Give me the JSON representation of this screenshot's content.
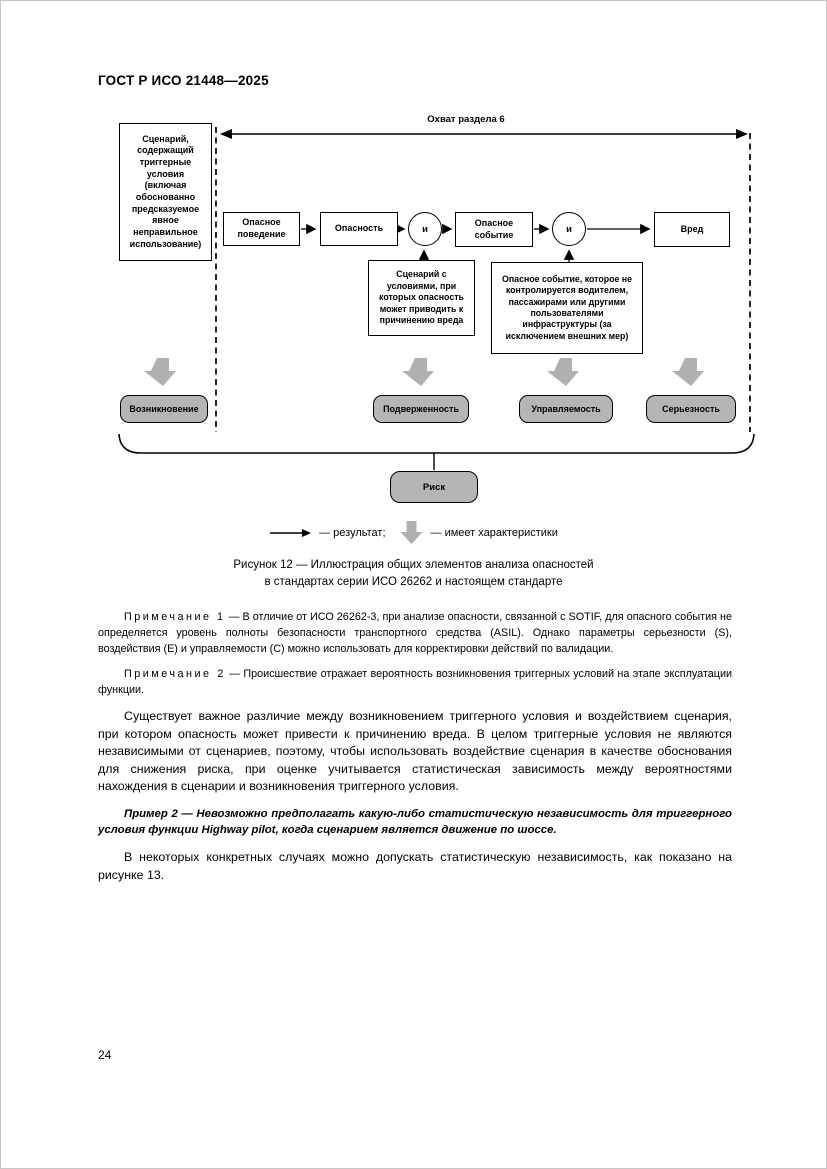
{
  "doc": {
    "header": "ГОСТ Р ИСО 21448—2025",
    "page_number": "24"
  },
  "figure": {
    "scope_label": "Охват раздела 6",
    "scenario_box": "Сценарий,\nсодержащий\nтриггерные\nусловия\n(включая\nобоснованно\nпредсказуемое\nявное\nнеправильное\nиспользование)",
    "flow": {
      "hazardous_behavior": "Опасное\nповедение",
      "hazard": "Опасность",
      "and_gate_1": "и",
      "hazardous_event": "Опасное\nсобытие",
      "and_gate_2": "и",
      "harm": "Вред"
    },
    "scenario_conditions": "Сценарий с\nусловиями, при\nкоторых опасность\nможет приводить к\nпричинению вреда",
    "uncontrolled_event": "Опасное событие, которое не\nконтролируется водителем,\nпассажирами или другими\nпользователями\nинфраструктуры (за\nисключением внешних мер)",
    "characteristics": [
      "Возникновение",
      "Подверженность",
      "Управляемость",
      "Серьезность"
    ],
    "risk": "Риск",
    "legend": {
      "result": "— результат;",
      "has_characteristics": "— имеет характеристики"
    },
    "caption": "Рисунок 12 — Иллюстрация общих элементов анализа опасностей\nв стандартах серии ИСО 26262 и настоящем стандарте"
  },
  "notes": [
    {
      "label": "Примечание 1",
      "text": "— В отличие от ИСО 26262-3, при анализе опасности, связанной с SOTIF, для опасного события не определяется уровень полноты безопасности транспортного средства (ASIL). Однако параметры серьезности (S), воздействия (E) и управляемости (C) можно использовать для корректировки действий по валидации."
    },
    {
      "label": "Примечание 2",
      "text": "— Происшествие отражает вероятность возникновения триггерных условий на этапе эксплуатации функции."
    }
  ],
  "paragraphs": {
    "p1": "Существует важное различие между возникновением триггерного условия и воздействием сценария, при котором опасность может привести к причинению вреда. В целом триггерные условия не являются независимыми от сценариев, поэтому, чтобы использовать воздействие сценария в качестве обоснования для снижения риска, при оценке учитывается статистическая зависимость между вероятностями нахождения в сценарии и возникновения триггерного условия.",
    "example2": "Пример 2 — Невозможно предполагать какую-либо статистическую независимость для триггерного условия функции Highway pilot, когда сценарием является движение по шоссе.",
    "p2": "В некоторых конкретных случаях можно допускать статистическую независимость, как показано на рисунке 13."
  }
}
